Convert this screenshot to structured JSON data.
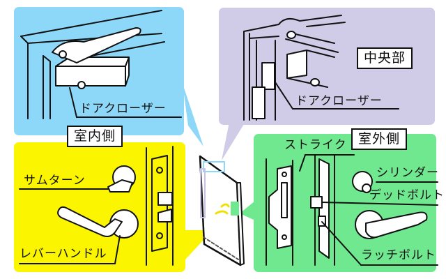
{
  "diagram": {
    "type": "door-hardware-illustration",
    "panels": {
      "door_closer_panel": {
        "color": "#8dd8f8",
        "label": "ドアクローザー"
      },
      "center_panel": {
        "color": "#d0cbe6",
        "title": "中央部",
        "label": "ドアクローザー"
      },
      "inside_panel": {
        "color": "#fbf500",
        "title": "室内側",
        "labels": {
          "thumb_turn": "サムターン",
          "lever_handle": "レバーハンドル"
        }
      },
      "outside_panel": {
        "color": "#70e890",
        "title": "室外側",
        "labels": {
          "strike": "ストライク",
          "cylinder": "シリンダー",
          "deadbolt": "デッドボルト",
          "latch_bolt": "ラッチボルト"
        }
      }
    }
  }
}
